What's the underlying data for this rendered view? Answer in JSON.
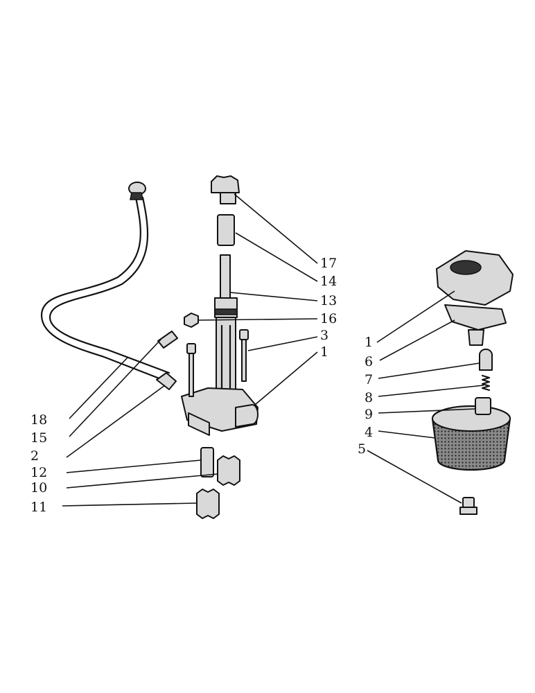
{
  "labels_left": [
    {
      "id": "17",
      "text": "17"
    },
    {
      "id": "14",
      "text": "14"
    },
    {
      "id": "13",
      "text": "13"
    },
    {
      "id": "16",
      "text": "16"
    },
    {
      "id": "3",
      "text": "3"
    },
    {
      "id": "1a",
      "text": "1"
    },
    {
      "id": "18",
      "text": "18"
    },
    {
      "id": "15",
      "text": "15"
    },
    {
      "id": "2",
      "text": "2"
    },
    {
      "id": "12",
      "text": "12"
    },
    {
      "id": "10",
      "text": "10"
    },
    {
      "id": "11",
      "text": "11"
    }
  ],
  "labels_right": [
    {
      "id": "1b",
      "text": "1"
    },
    {
      "id": "6",
      "text": "6"
    },
    {
      "id": "7",
      "text": "7"
    },
    {
      "id": "8",
      "text": "8"
    },
    {
      "id": "9",
      "text": "9"
    },
    {
      "id": "4",
      "text": "4"
    },
    {
      "id": "5",
      "text": "5"
    }
  ]
}
